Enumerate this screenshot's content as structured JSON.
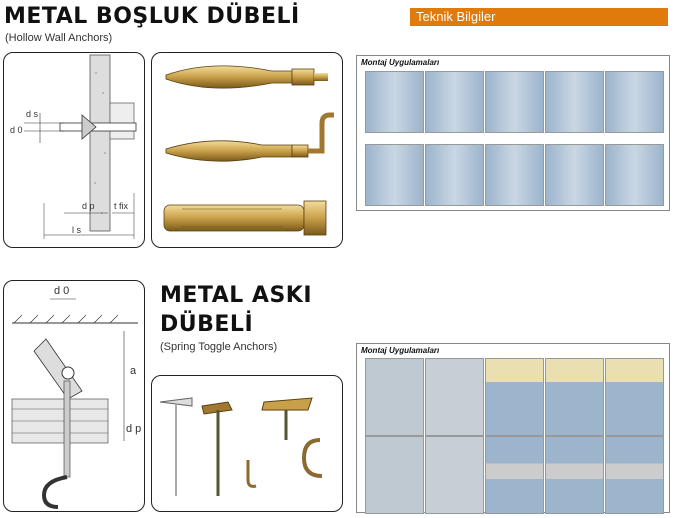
{
  "badge": {
    "label": "Teknik Bilgiler"
  },
  "hollow": {
    "title": "METAL BOŞLUK DÜBELİ",
    "subtitle": "(Hollow Wall Anchors)",
    "labels": {
      "ds": "d s",
      "d0": "d 0",
      "dp": "d p",
      "tfix": "t fix",
      "ls": "l s"
    }
  },
  "toggle": {
    "title_line1": "METAL ASKI",
    "title_line2": "DÜBELİ",
    "subtitle": "(Spring Toggle Anchors)",
    "labels": {
      "d0": "d 0",
      "a": "a",
      "dp": "d p"
    }
  },
  "montaj1": {
    "title": "Montaj Uygulamaları"
  },
  "montaj2": {
    "title": "Montaj Uygulamaları"
  },
  "colors": {
    "accent": "#e07a0c",
    "brass": "#c9a04a",
    "wall_blue": "#9cb4cc"
  }
}
